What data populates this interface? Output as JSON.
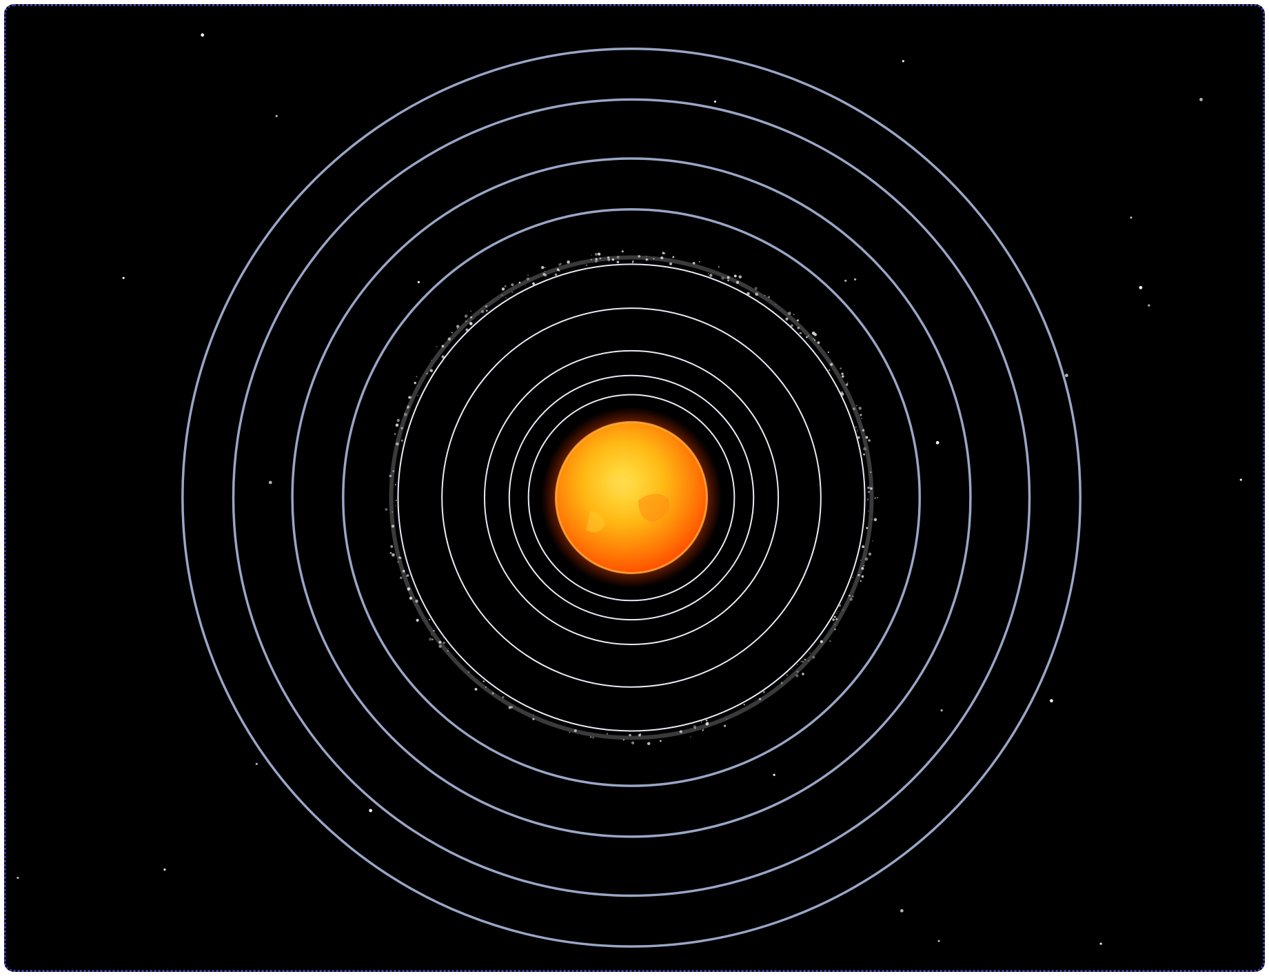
{
  "scene": {
    "background_color": "#000000",
    "frame_border_color": "#3b3fae",
    "orbit_color_inner": "#e8ecf4",
    "orbit_color_outer": "#9aa6c6",
    "sun_colors": [
      "#ffd41a",
      "#ff9d0a",
      "#ff5a00"
    ],
    "asteroid_belt_color": "#d8d8d8",
    "star_color": "#ffffff"
  },
  "objects": {
    "sun": "sun",
    "orbits_count": 9,
    "asteroid_belt": "asteroid-belt",
    "stars": "background-stars"
  }
}
